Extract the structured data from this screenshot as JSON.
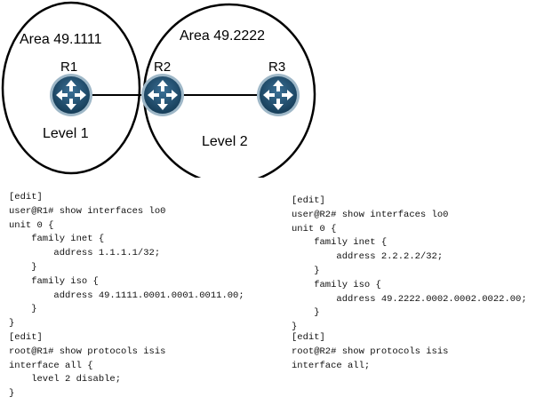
{
  "diagram": {
    "areas": [
      {
        "label": "Area 49.1111"
      },
      {
        "label": "Area 49.2222"
      }
    ],
    "routers": [
      {
        "name": "R1",
        "icon": "router-icon"
      },
      {
        "name": "R2",
        "icon": "router-icon"
      },
      {
        "name": "R3",
        "icon": "router-icon"
      }
    ],
    "levels": [
      {
        "label": "Level 1"
      },
      {
        "label": "Level 2"
      }
    ],
    "colors": {
      "router_fill": "#1f4e6e",
      "router_ring": "#9fb8c8",
      "outline": "#000000"
    }
  },
  "cli": {
    "r1_interfaces": [
      "[edit]",
      "user@R1# show interfaces lo0",
      "unit 0 {",
      "    family inet {",
      "        address 1.1.1.1/32;",
      "    }",
      "    family iso {",
      "        address 49.1111.0001.0001.0011.00;",
      "    }",
      "}"
    ],
    "r2_interfaces": [
      "[edit]",
      "user@R2# show interfaces lo0",
      "unit 0 {",
      "    family inet {",
      "        address 2.2.2.2/32;",
      "    }",
      "    family iso {",
      "        address 49.2222.0002.0002.0022.00;",
      "    }",
      "}"
    ],
    "r1_protocols": [
      "[edit]",
      "root@R1# show protocols isis",
      "interface all {",
      "    level 2 disable;",
      "}"
    ],
    "r2_protocols": [
      "[edit]",
      "root@R2# show protocols isis",
      "interface all;"
    ]
  }
}
